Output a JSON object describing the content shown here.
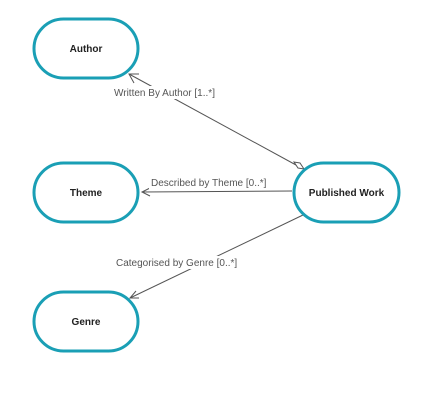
{
  "diagram": {
    "nodes": [
      {
        "id": "author",
        "label": "Author"
      },
      {
        "id": "theme",
        "label": "Theme"
      },
      {
        "id": "genre",
        "label": "Genre"
      },
      {
        "id": "published_work",
        "label": "Published Work"
      }
    ],
    "edges": [
      {
        "id": "written_by",
        "from": "published_work",
        "to": "author",
        "label": "Written By Author [1..*]",
        "source_marker": "diamond"
      },
      {
        "id": "described_by",
        "from": "published_work",
        "to": "theme",
        "label": "Described by Theme [0..*]"
      },
      {
        "id": "categorised_by",
        "from": "published_work",
        "to": "genre",
        "label": "Categorised by Genre [0..*]"
      }
    ]
  },
  "colors": {
    "node_border": "#1a9fb5",
    "edge": "#555555",
    "node_text": "#222222"
  }
}
